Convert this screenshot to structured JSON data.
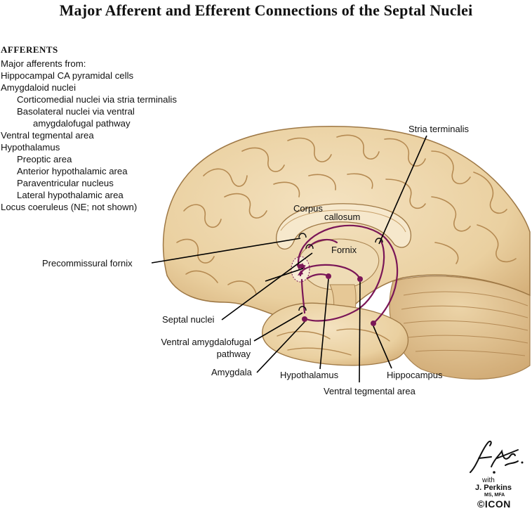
{
  "title": "Major Afferent and Efferent Connections of the Septal Nuclei",
  "afferents": {
    "heading": "AFFERENTS",
    "lines": [
      "Major afferents from:",
      "Hippocampal CA pyramidal cells",
      "Amygdaloid nuclei",
      "Corticomedial nuclei via stria terminalis",
      "Basolateral nuclei via ventral",
      "amygdalofugal pathway",
      "Ventral tegmental area",
      "Hypothalamus",
      "Preoptic area",
      "Anterior hypothalamic area",
      "Paraventricular nucleus",
      "Lateral hypothalamic area",
      "Locus coeruleus (NE; not shown)"
    ]
  },
  "labels": {
    "stria_terminalis": "Stria terminalis",
    "corpus": "Corpus",
    "callosum": "callosum",
    "fornix": "Fornix",
    "precommissural_fornix": "Precommissural fornix",
    "septal_nuclei": "Septal nuclei",
    "ventral_amygdalofugal_1": "Ventral amygdalofugal",
    "ventral_amygdalofugal_2": "pathway",
    "amygdala": "Amygdala",
    "hypothalamus": "Hypothalamus",
    "hippocampus": "Hippocampus",
    "ventral_tegmental_area": "Ventral tegmental area"
  },
  "signature": {
    "artist": "F. Netter M.D.",
    "with": "with",
    "coauthor": "J. Perkins",
    "coauthor_degree": "MS, MFA",
    "logo": "©ICON"
  },
  "colors": {
    "pathway": "#7a1657",
    "brain_fill": "#ecd3a6",
    "brain_fold": "#b88d55",
    "brain_shadow": "#c9a06a"
  }
}
